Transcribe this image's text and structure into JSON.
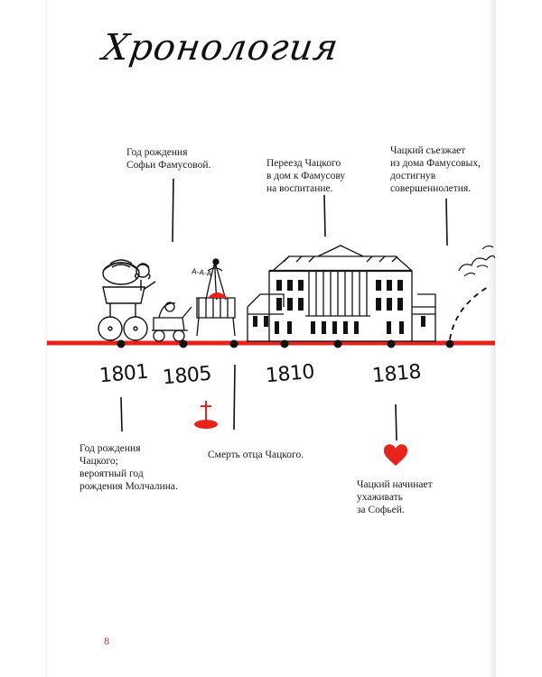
{
  "page": {
    "title": "Хронология",
    "page_number": "8"
  },
  "colors": {
    "accent_red": "#e8231c",
    "ink": "#111111"
  },
  "timeline": {
    "years": [
      "1801",
      "1805",
      "1810",
      "1818"
    ],
    "events_top": [
      {
        "text": "Год рождения\nСофьи Фамусовой."
      },
      {
        "text": "Переезд Чацкого\nв дом к Фамусову\nна воспитание."
      },
      {
        "text": "Чацкий съезжает\nиз дома Фамусовых,\nдостигнув\nсовершеннолетия."
      }
    ],
    "events_bottom": [
      {
        "text": "Год рождения\nЧацкого;\nвероятный год\nрождения Молчалина."
      },
      {
        "text": "Смерть отца Чацкого."
      },
      {
        "text": "Чацкий начинает\nухаживать\nза Софьей."
      }
    ],
    "baby_cry": "А-А-А"
  },
  "icons": {
    "grave": "grave-cross-icon",
    "heart": "heart-icon",
    "house": "mansion-illustration",
    "strollers": "stroller-illustration"
  }
}
